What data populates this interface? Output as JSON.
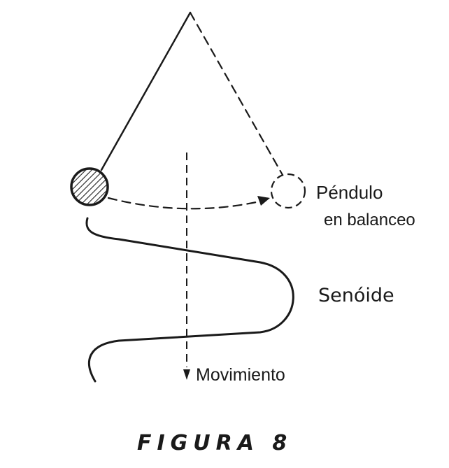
{
  "diagram": {
    "labels": {
      "pendulum_line1": "Péndulo",
      "pendulum_line2": "en balanceo",
      "sinusoid": "Senóide",
      "movement": "Movimiento"
    },
    "caption": "FIGURA 8"
  },
  "colors": {
    "ink": "#1a1a1a",
    "background": "#ffffff"
  }
}
